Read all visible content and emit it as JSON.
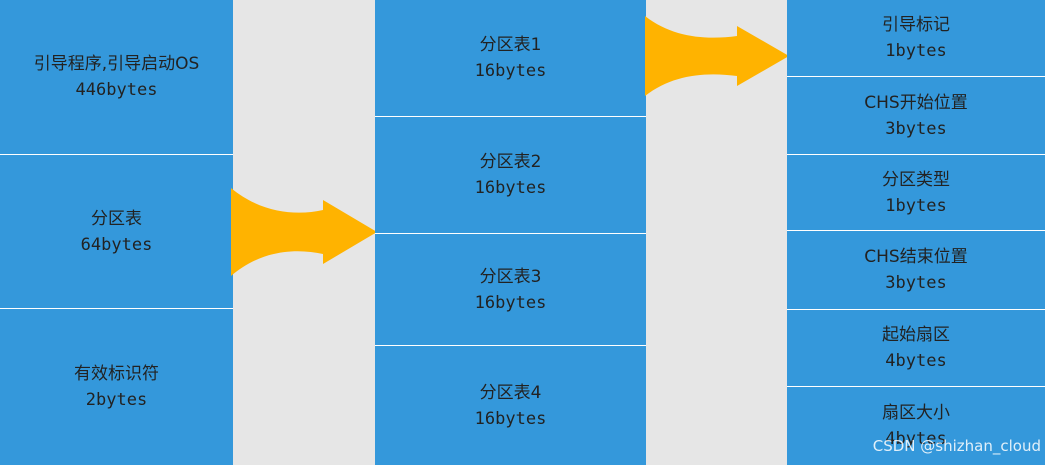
{
  "colors": {
    "block_fill": "#3498db",
    "arrow_fill": "#ffb300",
    "background": "#e6e6e6"
  },
  "mbr_structure": [
    {
      "label": "引导程序,引导启动OS",
      "size": "446bytes"
    },
    {
      "label": "分区表",
      "size": "64bytes"
    },
    {
      "label": "有效标识符",
      "size": "2bytes"
    }
  ],
  "partition_table": [
    {
      "label": "分区表1",
      "size": "16bytes"
    },
    {
      "label": "分区表2",
      "size": "16bytes"
    },
    {
      "label": "分区表3",
      "size": "16bytes"
    },
    {
      "label": "分区表4",
      "size": "16bytes"
    }
  ],
  "partition_entry": [
    {
      "label": "引导标记",
      "size": "1bytes"
    },
    {
      "label": "CHS开始位置",
      "size": "3bytes"
    },
    {
      "label": "分区类型",
      "size": "1bytes"
    },
    {
      "label": "CHS结束位置",
      "size": "3bytes"
    },
    {
      "label": "起始扇区",
      "size": "4bytes"
    },
    {
      "label": "扇区大小",
      "size": "4bytes"
    }
  ],
  "watermark": "CSDN @shizhan_cloud"
}
